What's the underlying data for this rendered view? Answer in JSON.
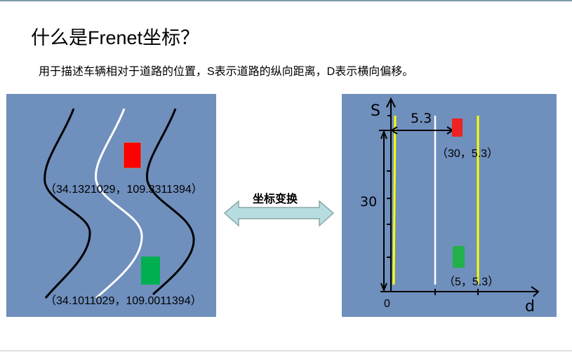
{
  "title": "什么是Frenet坐标？",
  "subtitle": "用于描述车辆相对于道路的位置，S表示道路的纵向距离，D表示横向偏移。",
  "left_panel": {
    "point_top": "（34.1321029，109.3311394）",
    "point_bottom": "（34.1011029，109.0011394）"
  },
  "transform_label": "坐标变换",
  "right_panel": {
    "s_axis_label": "S",
    "d_axis_label": "d",
    "origin_label": "0",
    "lateral_offset_label": "5.3",
    "longitudinal_distance_label": "30",
    "point_top": "（30，5.3）",
    "point_bottom": "（5，5.3）"
  },
  "colors": {
    "panel": "#6f8fbd",
    "obstacle_red": "#ff0000",
    "vehicle_green": "#00b050",
    "lane_yellow": "#ffff00",
    "arrow_fill": "#b7dde0"
  }
}
